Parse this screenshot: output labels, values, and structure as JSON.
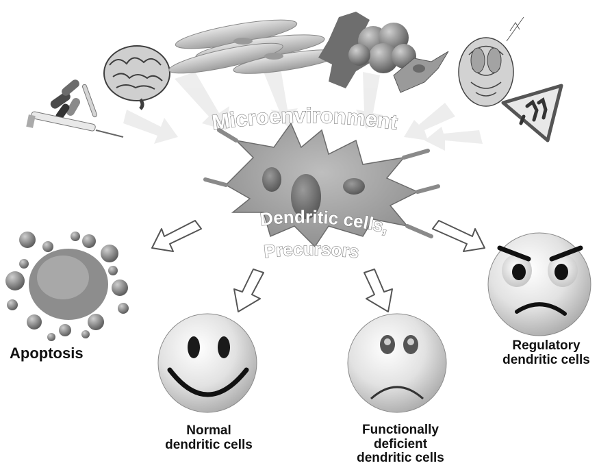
{
  "center": {
    "environment_label": "Microenvironment",
    "cell_label_line1": "Dendritic cells,",
    "cell_label_line2": "Precursors"
  },
  "outcomes": {
    "apoptosis": "Apoptosis",
    "normal_line1": "Normal",
    "normal_line2": "dendritic cells",
    "deficient_line1": "Functionally",
    "deficient_line2": "deficient",
    "deficient_line3": "dendritic cells",
    "regulatory_line1": "Regulatory",
    "regulatory_line2": "dendritic cells"
  },
  "icons": [
    "drugs-icon",
    "syringe-icon",
    "thermometer-icon",
    "brain-icon",
    "muscle-cells-icon",
    "tumor-cells-icon",
    "anatomy-icon",
    "elderly-warning-sign-icon"
  ],
  "colors": {
    "background": "#ffffff",
    "cell_fill": "#9a9a9a",
    "text": "#111111"
  }
}
